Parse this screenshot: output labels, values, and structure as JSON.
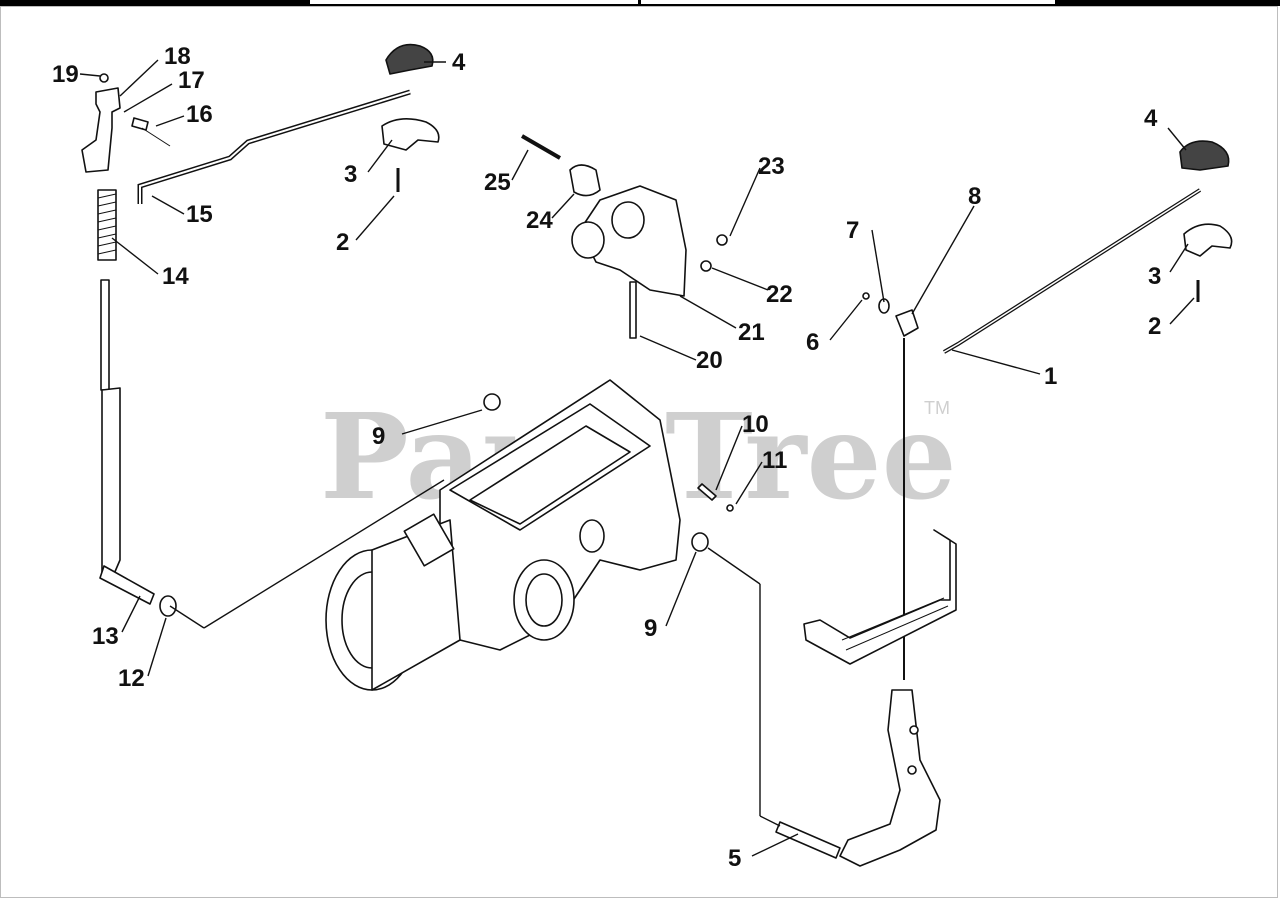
{
  "watermark": {
    "text": "PartsTree",
    "trademark": "TM"
  },
  "callouts": [
    {
      "id": "c19",
      "text": "19"
    },
    {
      "id": "c18",
      "text": "18"
    },
    {
      "id": "c17",
      "text": "17"
    },
    {
      "id": "c16",
      "text": "16"
    },
    {
      "id": "c15",
      "text": "15"
    },
    {
      "id": "c14",
      "text": "14"
    },
    {
      "id": "c13",
      "text": "13"
    },
    {
      "id": "c12",
      "text": "12"
    },
    {
      "id": "c4a",
      "text": "4"
    },
    {
      "id": "c3a",
      "text": "3"
    },
    {
      "id": "c2a",
      "text": "2"
    },
    {
      "id": "c25",
      "text": "25"
    },
    {
      "id": "c24",
      "text": "24"
    },
    {
      "id": "c23",
      "text": "23"
    },
    {
      "id": "c22",
      "text": "22"
    },
    {
      "id": "c21",
      "text": "21"
    },
    {
      "id": "c20",
      "text": "20"
    },
    {
      "id": "c9a",
      "text": "9"
    },
    {
      "id": "c10",
      "text": "10"
    },
    {
      "id": "c11",
      "text": "11"
    },
    {
      "id": "c9b",
      "text": "9"
    },
    {
      "id": "c7",
      "text": "7"
    },
    {
      "id": "c8",
      "text": "8"
    },
    {
      "id": "c6",
      "text": "6"
    },
    {
      "id": "c1",
      "text": "1"
    },
    {
      "id": "c4b",
      "text": "4"
    },
    {
      "id": "c3b",
      "text": "3"
    },
    {
      "id": "c2b",
      "text": "2"
    },
    {
      "id": "c5",
      "text": "5"
    }
  ]
}
